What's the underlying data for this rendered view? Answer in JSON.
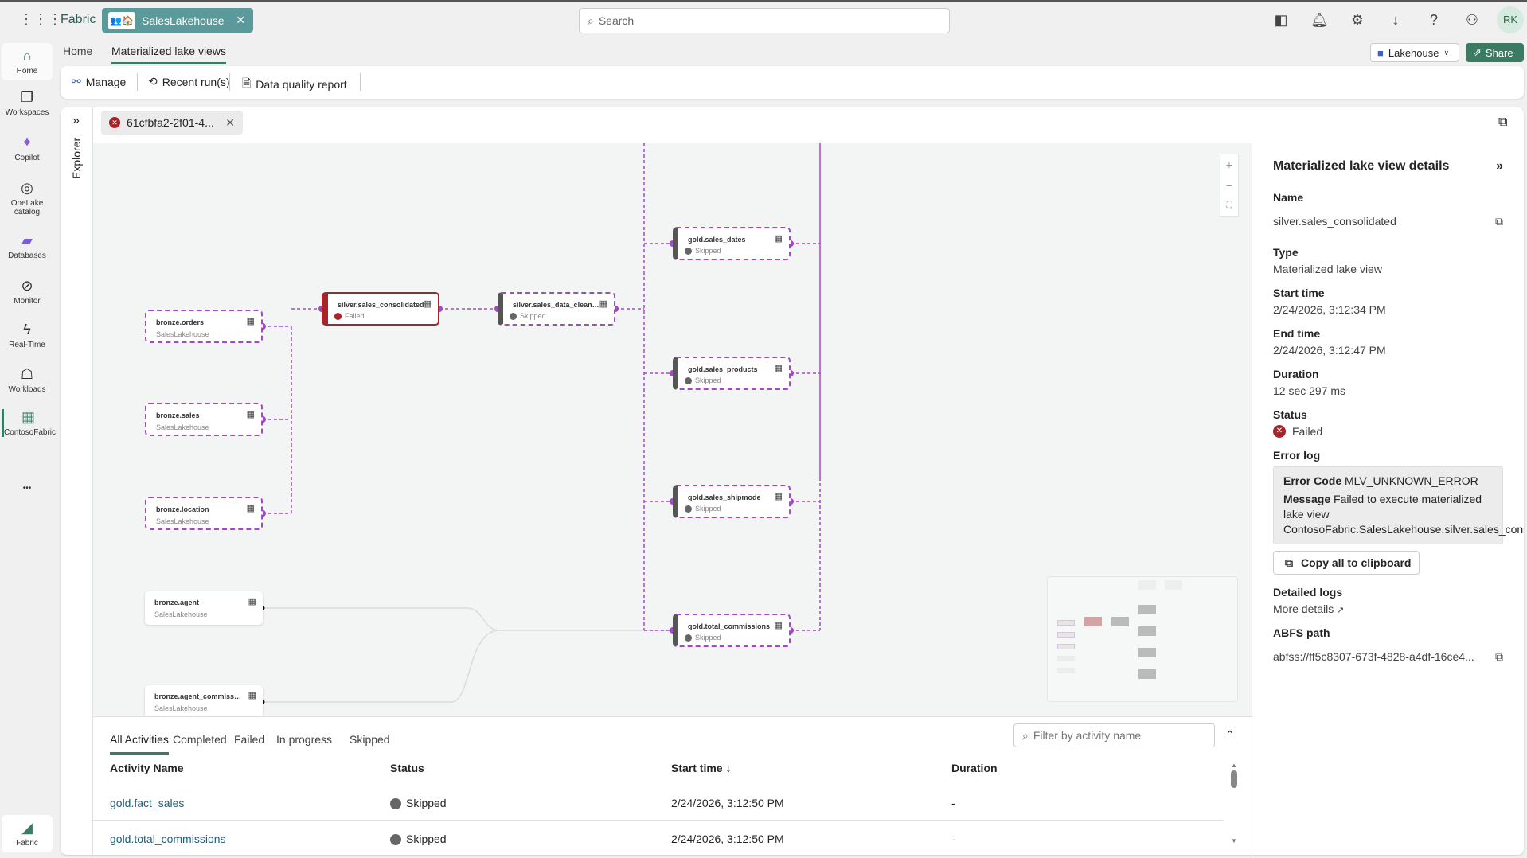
{
  "topbar": {
    "brand": "Fabric",
    "tab_label": "SalesLakehouse",
    "search_placeholder": "Search",
    "avatar": "RK"
  },
  "nav": [
    {
      "label": "Home",
      "icon": "home-icon"
    },
    {
      "label": "Workspaces",
      "icon": "workspaces-icon"
    },
    {
      "label": "Copilot",
      "icon": "copilot-icon"
    },
    {
      "label": "OneLake catalog",
      "icon": "onelake-icon"
    },
    {
      "label": "Databases",
      "icon": "databases-icon"
    },
    {
      "label": "Monitor",
      "icon": "monitor-icon"
    },
    {
      "label": "Real-Time",
      "icon": "realtime-icon"
    },
    {
      "label": "Workloads",
      "icon": "workloads-icon"
    },
    {
      "label": "ContosoFabric",
      "icon": "workspace-icon"
    },
    {
      "label": "Fabric",
      "icon": "fabric-icon"
    }
  ],
  "header": {
    "tabs": [
      "Home",
      "Materialized lake views"
    ],
    "lakehouse_dropdown": "Lakehouse",
    "share": "Share"
  },
  "toolbar": {
    "manage": "Manage",
    "recent_runs": "Recent run(s)",
    "dq_report": "Data quality report"
  },
  "explorer_label": "Explorer",
  "run_tab": "61cfbfa2-2f01-4...",
  "nodes": [
    {
      "name": "bronze.orders",
      "sub": "SalesLakehouse",
      "kind": "source"
    },
    {
      "name": "bronze.sales",
      "sub": "SalesLakehouse",
      "kind": "source"
    },
    {
      "name": "bronze.location",
      "sub": "SalesLakehouse",
      "kind": "source"
    },
    {
      "name": "bronze.agent",
      "sub": "SalesLakehouse",
      "kind": "plain"
    },
    {
      "name": "bronze.agent_commissio...",
      "sub": "SalesLakehouse",
      "kind": "plain"
    },
    {
      "name": "silver.sales_consolidated",
      "status": "Failed",
      "kind": "failed"
    },
    {
      "name": "silver.sales_data_cleaned",
      "status": "Skipped",
      "kind": "skipped"
    },
    {
      "name": "gold.sales_dates",
      "status": "Skipped",
      "kind": "skipped"
    },
    {
      "name": "gold.sales_products",
      "status": "Skipped",
      "kind": "skipped"
    },
    {
      "name": "gold.sales_shipmode",
      "status": "Skipped",
      "kind": "skipped"
    },
    {
      "name": "gold.total_commissions",
      "status": "Skipped",
      "kind": "skipped"
    }
  ],
  "details": {
    "title": "Materialized lake view details",
    "name_label": "Name",
    "name": "silver.sales_consolidated",
    "type_label": "Type",
    "type": "Materialized lake view",
    "start_label": "Start time",
    "start": "2/24/2026, 3:12:34 PM",
    "end_label": "End time",
    "end": "2/24/2026, 3:12:47 PM",
    "duration_label": "Duration",
    "duration": "12 sec 297 ms",
    "status_label": "Status",
    "status": "Failed",
    "error_label": "Error log",
    "error_code_label": "Error Code",
    "error_code": "MLV_UNKNOWN_ERROR",
    "message_label": "Message",
    "message": "Failed to execute materialized lake view ContosoFabric.SalesLakehouse.silver.sales_consolidated.",
    "copy_all": "Copy all to clipboard",
    "logs_label": "Detailed logs",
    "more_details": "More details",
    "abfs_label": "ABFS path",
    "abfs": "abfss://ff5c8307-673f-4828-a4df-16ce4..."
  },
  "activities": {
    "tabs": [
      "All Activities",
      "Completed",
      "Failed",
      "In progress",
      "Skipped"
    ],
    "filter_placeholder": "Filter by activity name",
    "columns": [
      "Activity Name",
      "Status",
      "Start time ↓",
      "Duration"
    ],
    "rows": [
      {
        "name": "gold.fact_sales",
        "status": "Skipped",
        "start": "2/24/2026, 3:12:50 PM",
        "duration": "-"
      },
      {
        "name": "gold.total_commissions",
        "status": "Skipped",
        "start": "2/24/2026, 3:12:50 PM",
        "duration": "-"
      }
    ]
  },
  "colors": {
    "accent": "#3b7a63",
    "failed": "#a4262c",
    "edge": "#a349c4"
  }
}
